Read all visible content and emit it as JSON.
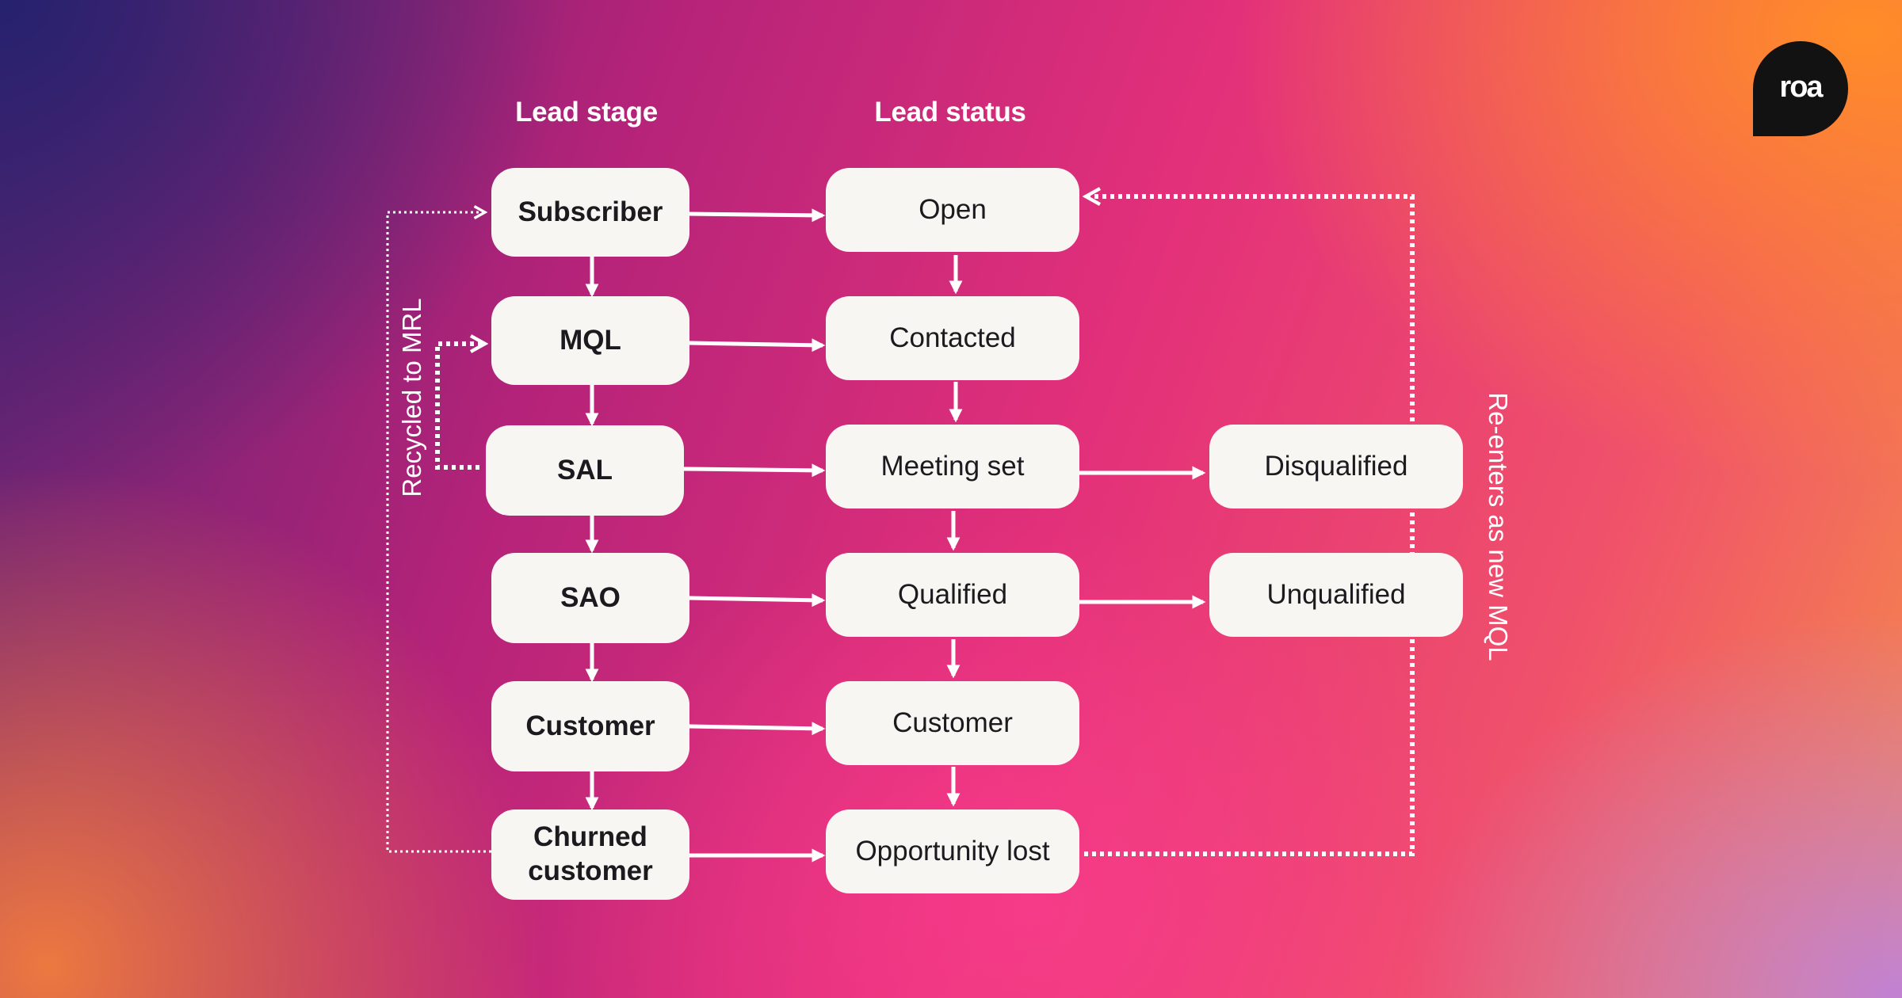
{
  "headers": {
    "stage": "Lead stage",
    "status": "Lead status"
  },
  "stages": [
    {
      "id": "subscriber",
      "label": "Subscriber"
    },
    {
      "id": "mql",
      "label": "MQL"
    },
    {
      "id": "sal",
      "label": "SAL"
    },
    {
      "id": "sao",
      "label": "SAO"
    },
    {
      "id": "customer",
      "label": "Customer"
    },
    {
      "id": "churned",
      "label": "Churned customer",
      "lines": [
        "Churned",
        "customer"
      ]
    }
  ],
  "statuses": [
    {
      "id": "open",
      "label": "Open"
    },
    {
      "id": "contacted",
      "label": "Contacted"
    },
    {
      "id": "meeting-set",
      "label": "Meeting set"
    },
    {
      "id": "qualified",
      "label": "Qualified"
    },
    {
      "id": "customer-status",
      "label": "Customer"
    },
    {
      "id": "opportunity-lost",
      "label": "Opportunity lost"
    }
  ],
  "outcomes": [
    {
      "id": "disqualified",
      "label": "Disqualified"
    },
    {
      "id": "unqualified",
      "label": "Unqualified"
    }
  ],
  "loops": {
    "left_label": "Recycled to MRL",
    "right_label": "Re-enters as new MQL"
  },
  "logo": {
    "text": "roa"
  },
  "colors": {
    "box_fill": "#f8f6f2",
    "box_text": "#1c1a1f",
    "connector": "#ffffff",
    "logo_bg": "#121212"
  }
}
